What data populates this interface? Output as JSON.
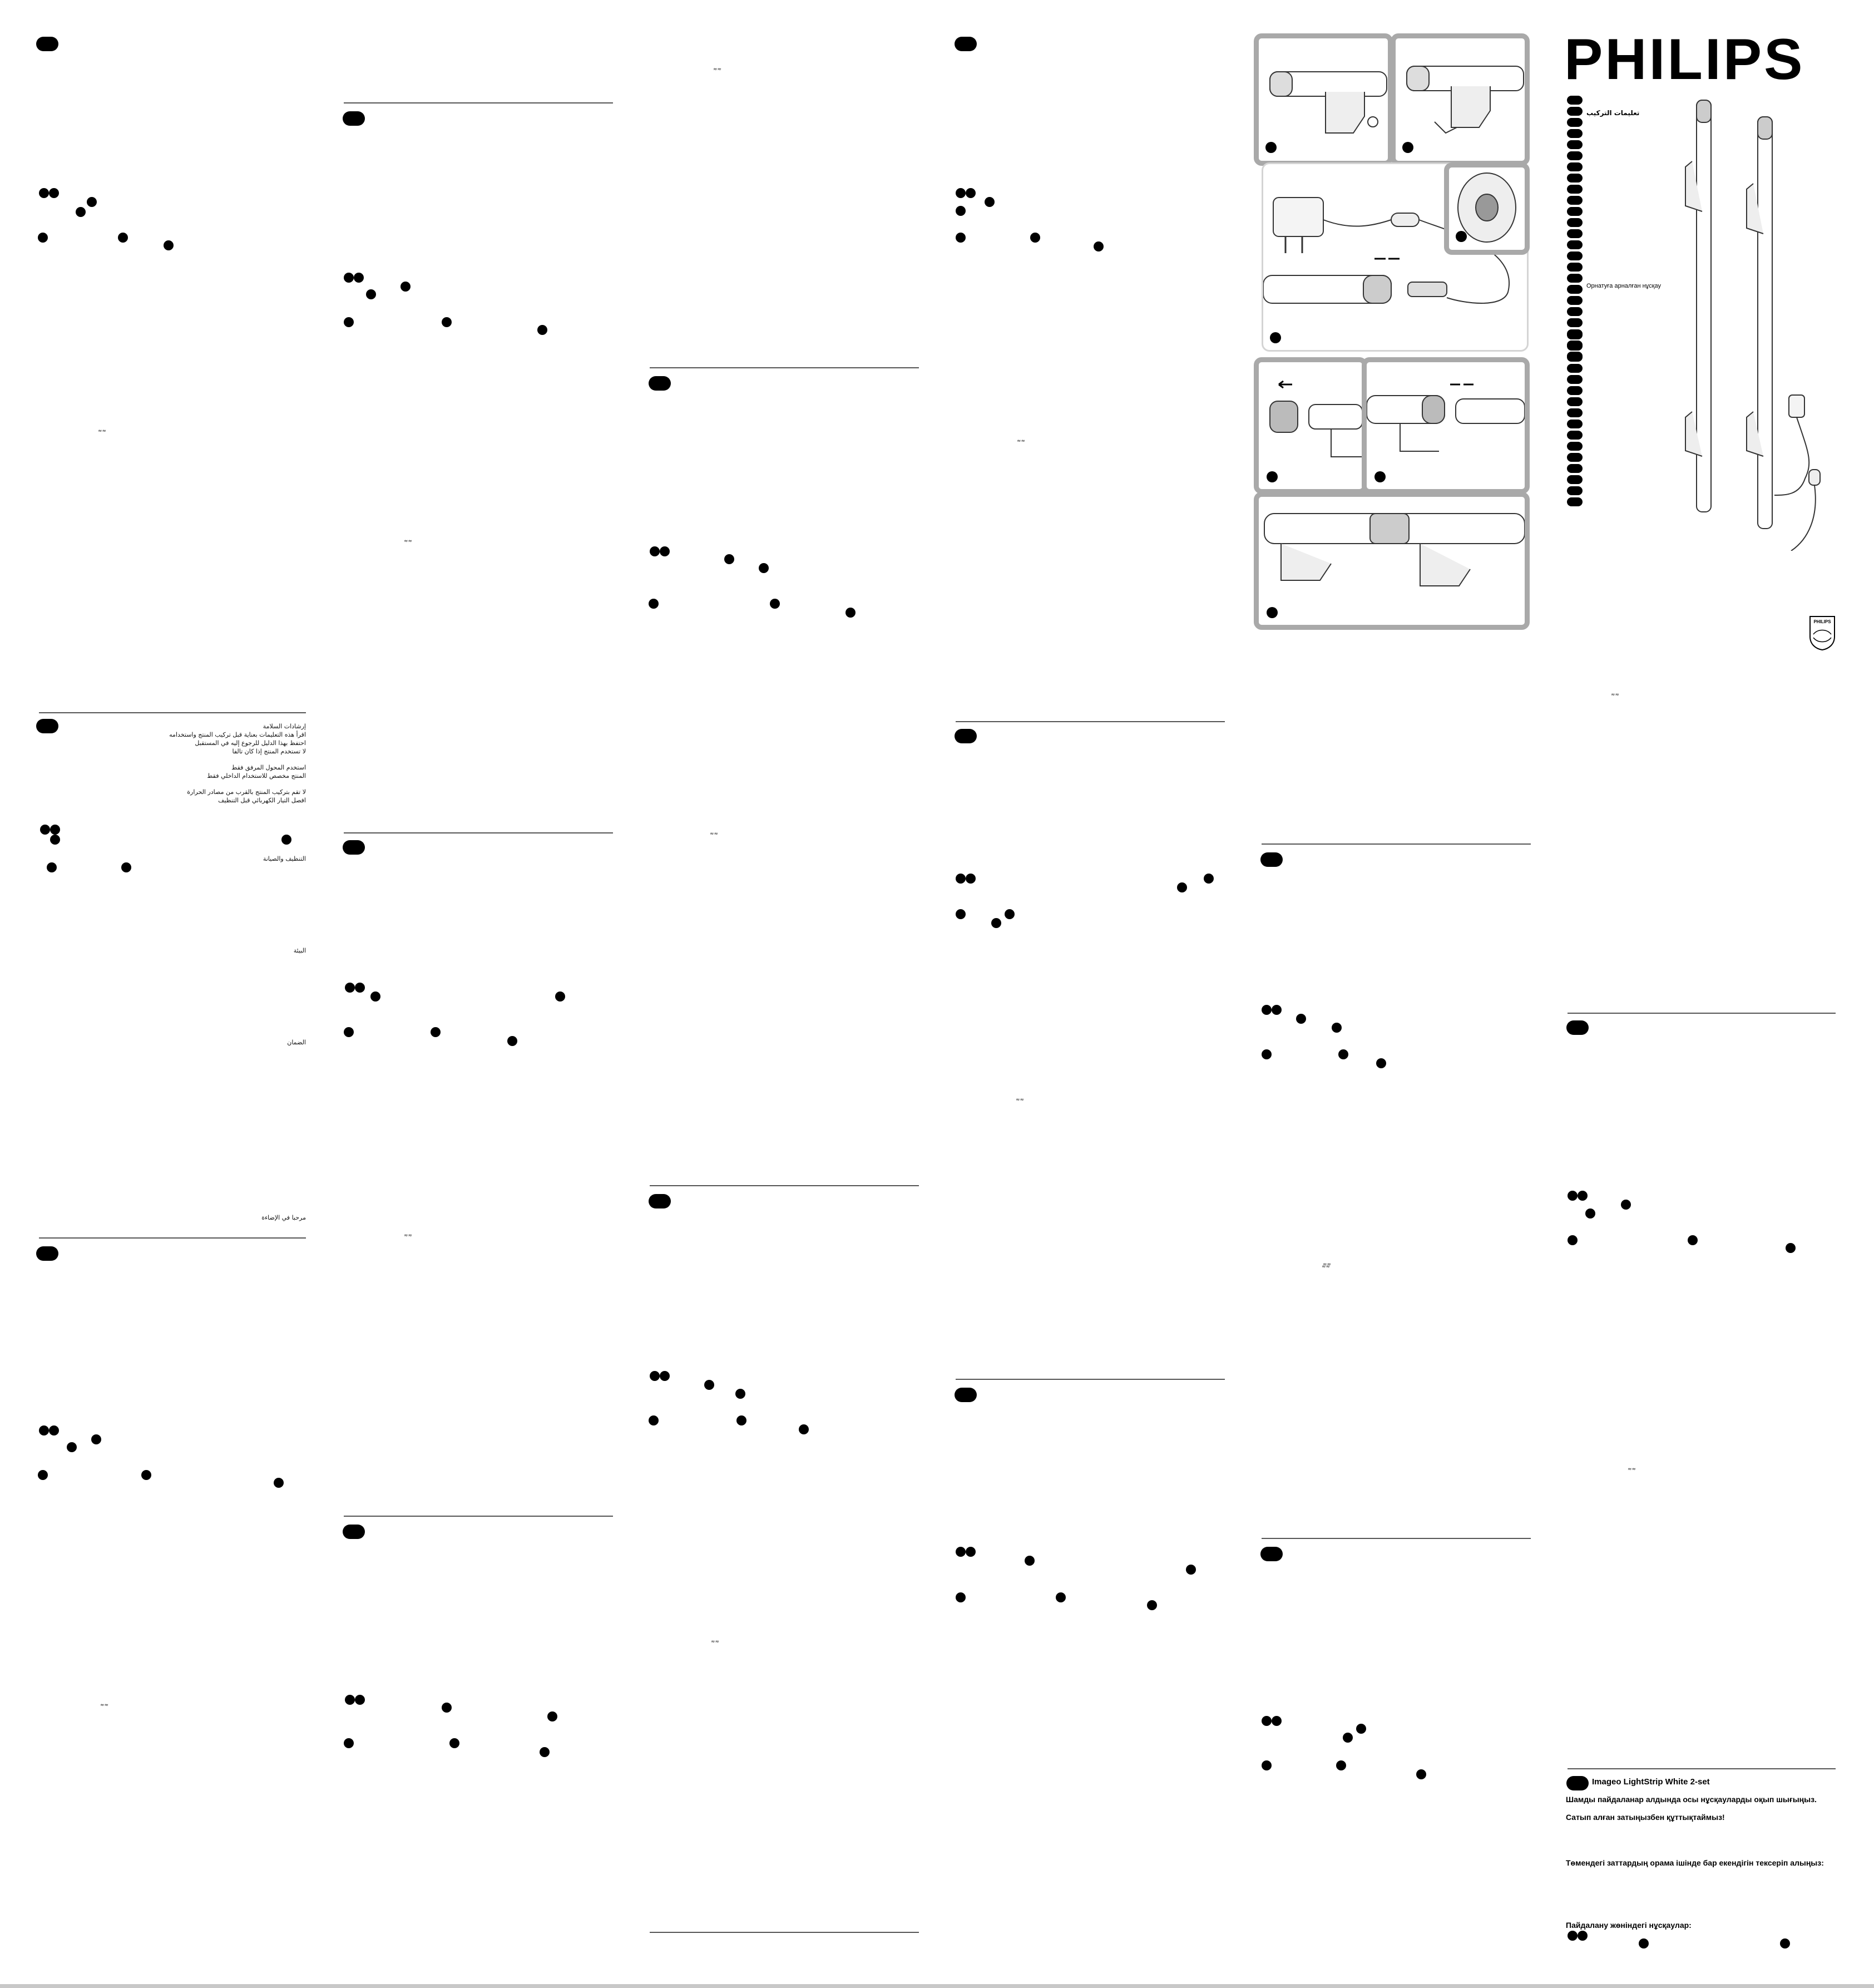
{
  "brand": {
    "logo_text": "PHILIPS",
    "emblem_icon": "philips-shield-icon"
  },
  "arabic_section": {
    "title": "تعليمات التركيب",
    "heading": "إرشادات السلامة",
    "lines": [
      "اقرأ هذه التعليمات بعناية قبل تركيب المنتج واستخدامه",
      "احتفظ بهذا الدليل للرجوع إليه في المستقبل",
      "لا تستخدم المنتج إذا كان تالفا",
      "استخدم المحول المرفق فقط",
      "المنتج مخصص للاستخدام الداخلي فقط",
      "لا تقم بتركيب المنتج بالقرب من مصادر الحرارة",
      "افصل التيار الكهربائي قبل التنظيف",
      "التنظيف والصيانة",
      "البيئة",
      "الضمان"
    ],
    "footer": "مرحبا في الإضاءة"
  },
  "kz_label": "Орнатуға арналған нұсқау",
  "kazakh": {
    "product": "Imageo LightStrip White 2-set",
    "line1": "Шамды пайдаланар алдында осы нұсқауларды оқып шығыңыз.",
    "line2": "Сатып алған затыңызбен құттықтаймыз!",
    "line3": "Төмендегі заттардың орама ішінде бар екендігін тексеріп алыңыз:",
    "line4": "Пайдалану жөніндегі нұсқаулар:"
  },
  "small_mark": "≈≈"
}
